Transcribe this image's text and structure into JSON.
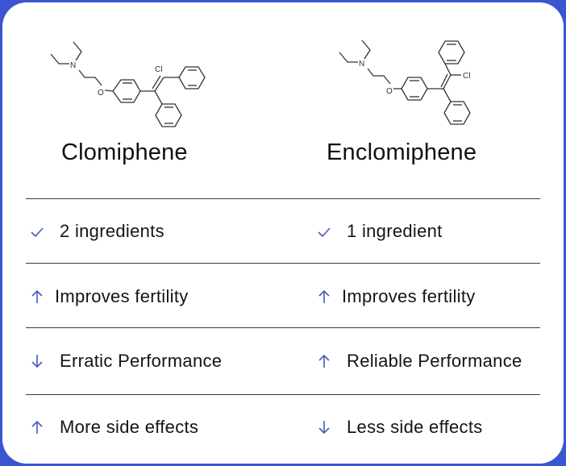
{
  "colors": {
    "frame_border": "#3a55d0",
    "icon": "#4a59b8",
    "text": "#141414",
    "divider": "#3a3a3a"
  },
  "columns": [
    {
      "name": "Clomiphene",
      "structure_label": "Cl",
      "structure_atoms": [
        "N",
        "O",
        "Cl"
      ],
      "rows": [
        {
          "icon": "check-icon",
          "text": "2 ingredients"
        },
        {
          "icon": "arrow-up-icon",
          "text": "Improves fertility"
        },
        {
          "icon": "arrow-down-icon",
          "text": "Erratic Performance"
        },
        {
          "icon": "arrow-up-icon",
          "text": "More side effects"
        }
      ]
    },
    {
      "name": "Enclomiphene",
      "structure_label": "Cl",
      "structure_atoms": [
        "N",
        "O",
        "Cl"
      ],
      "rows": [
        {
          "icon": "check-icon",
          "text": "1 ingredient"
        },
        {
          "icon": "arrow-up-icon",
          "text": "Improves fertility"
        },
        {
          "icon": "arrow-up-icon",
          "text": "Reliable Performance"
        },
        {
          "icon": "arrow-down-icon",
          "text": "Less side effects"
        }
      ]
    }
  ]
}
